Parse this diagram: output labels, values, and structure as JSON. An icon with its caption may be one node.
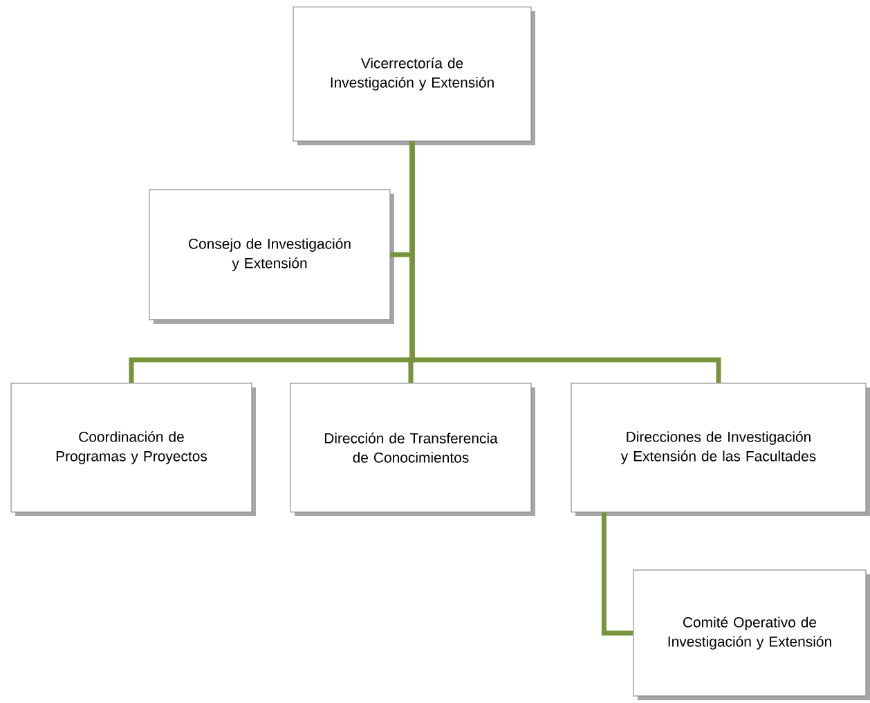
{
  "diagram": {
    "nodes": [
      {
        "text": [
          "Vicerrectoría de Investigación y Extensión"
        ]
      },
      {
        "text": [
          "Consejo de Investigación y Extensión"
        ]
      },
      {
        "text": [
          "Coordinación de Programas y Proyectos"
        ]
      },
      {
        "text": [
          "Dirección de Transferencia de Conocimientos"
        ]
      },
      {
        "text": [
          "Direcciones de Investigación y Extensión de las Facultades"
        ]
      },
      {
        "text": [
          "Comité Operativo de Investigación y Extensión"
        ]
      }
    ],
    "edges": [
      {
        "from": 0,
        "to": 1,
        "arrow": "none"
      },
      {
        "from": 0,
        "to": 2,
        "arrow": "none"
      },
      {
        "from": 0,
        "to": 3,
        "arrow": "none"
      },
      {
        "from": 0,
        "to": 4,
        "arrow": "none"
      },
      {
        "from": 4,
        "to": 5,
        "arrow": "none"
      }
    ]
  }
}
